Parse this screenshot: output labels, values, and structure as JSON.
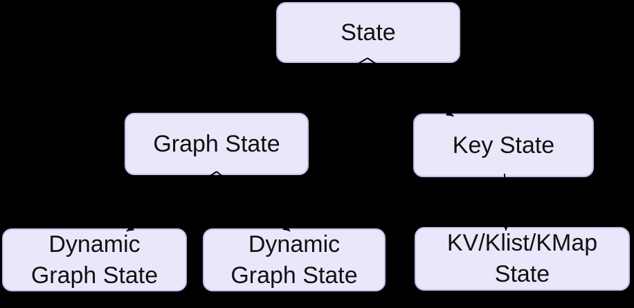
{
  "diagram": {
    "type": "flowchart",
    "colors": {
      "background": "#000000",
      "node_fill": "#e9e7f9",
      "node_border": "#c9bde9",
      "node_text": "#111111",
      "connector": "#000000"
    },
    "nodes": {
      "state": {
        "label": "State"
      },
      "graph_state": {
        "label": "Graph State"
      },
      "key_state": {
        "label": "Key State"
      },
      "dynamic_graph_state_1": {
        "label": "Dynamic\nGraph State"
      },
      "dynamic_graph_state_2": {
        "label": "Dynamic\nGraph State"
      },
      "kv_klist_kmap_state": {
        "label": "KV/Klist/KMap\nState"
      }
    },
    "edges": [
      {
        "from": "state",
        "to": "graph_state"
      },
      {
        "from": "state",
        "to": "key_state"
      },
      {
        "from": "graph_state",
        "to": "dynamic_graph_state_1"
      },
      {
        "from": "graph_state",
        "to": "dynamic_graph_state_2"
      },
      {
        "from": "key_state",
        "to": "kv_klist_kmap_state"
      }
    ]
  }
}
